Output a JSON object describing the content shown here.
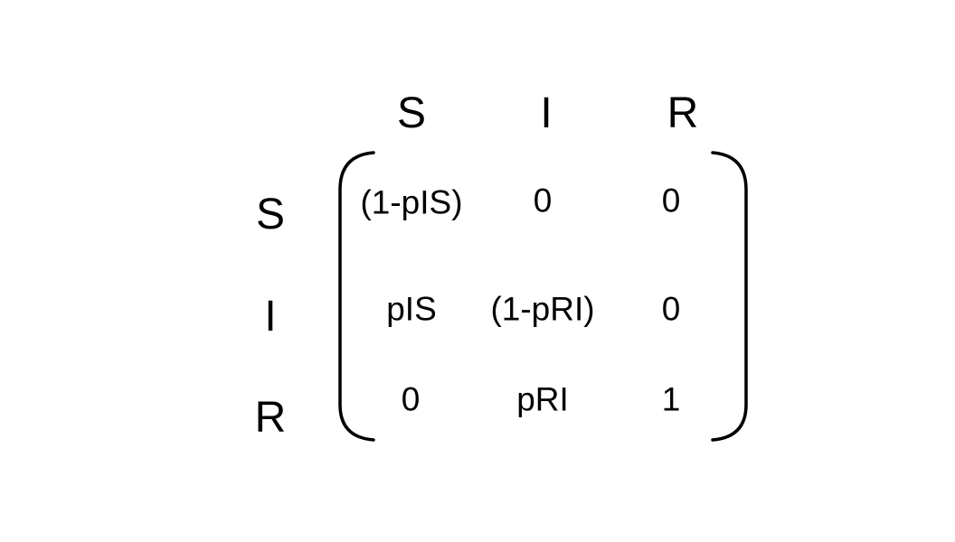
{
  "matrix": {
    "column_headers": [
      "S",
      "I",
      "R"
    ],
    "row_headers": [
      "S",
      "I",
      "R"
    ],
    "rows": [
      [
        "(1-pIS)",
        "0",
        "0"
      ],
      [
        "pIS",
        "(1-pRI)",
        "0"
      ],
      [
        "0",
        "pRI",
        "1"
      ]
    ]
  }
}
